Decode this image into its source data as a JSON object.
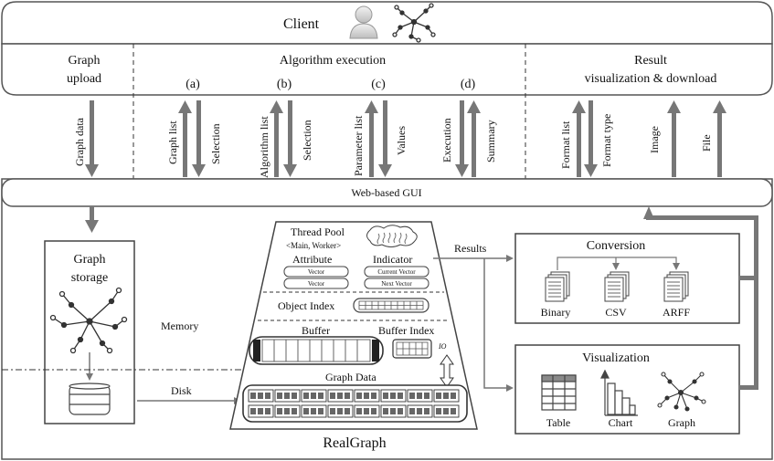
{
  "client": {
    "title": "Client"
  },
  "sections": {
    "graph_upload": [
      "Graph",
      "upload"
    ],
    "algorithm_execution": "Algorithm execution",
    "result": [
      "Result",
      "visualization & download"
    ],
    "steps": [
      "(a)",
      "(b)",
      "(c)",
      "(d)"
    ]
  },
  "arrows": {
    "graph_data": "Graph data",
    "graph_list": "Graph list",
    "selection_a": "Selection",
    "algorithm_list": "Algorithm list",
    "selection_b": "Selection",
    "parameter_list": "Parameter list",
    "values": "Values",
    "execution": "Execution",
    "summary": "Summary",
    "format_list": "Format list",
    "format_type": "Format type",
    "image": "Image",
    "file": "File"
  },
  "gui": {
    "title": "Web-based GUI"
  },
  "storage": {
    "title": [
      "Graph",
      "storage"
    ],
    "memory": "Memory",
    "disk": "Disk"
  },
  "realgraph": {
    "title": "RealGraph",
    "thread_pool": "Thread Pool",
    "thread_pool_sub": "<Main, Worker>",
    "attribute": "Attribute",
    "indicator": "Indicator",
    "vector_1": "Vector",
    "vector_2": "Vector",
    "current_vector": "Current Vector",
    "next_vector": "Next Vector",
    "object_index": "Object Index",
    "buffer": "Buffer",
    "buffer_index": "Buffer Index",
    "io": "IO",
    "graph_data": "Graph Data"
  },
  "results_label": "Results",
  "conversion": {
    "title": "Conversion",
    "formats": [
      "Binary",
      "CSV",
      "ARFF"
    ]
  },
  "visualization": {
    "title": "Visualization",
    "items": [
      "Table",
      "Chart",
      "Graph"
    ]
  },
  "icons": [
    "user-icon",
    "network-graph-icon",
    "database-icon",
    "file-icon",
    "table-icon",
    "bar-chart-icon"
  ]
}
